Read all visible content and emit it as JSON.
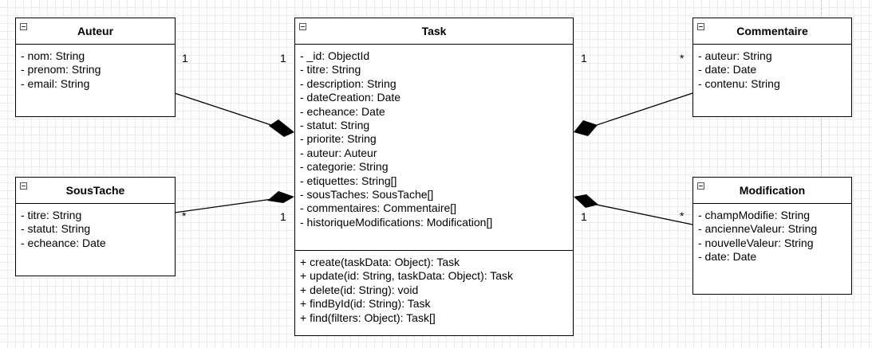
{
  "classes": {
    "auteur": {
      "name": "Auteur",
      "attributes": [
        "- nom: String",
        "- prenom: String",
        "- email: String"
      ]
    },
    "soustache": {
      "name": "SousTache",
      "attributes": [
        "- titre: String",
        "- statut: String",
        "- echeance: Date"
      ]
    },
    "task": {
      "name": "Task",
      "attributes": [
        "- _id: ObjectId",
        "- titre: String",
        "- description: String",
        "- dateCreation: Date",
        "- echeance: Date",
        "- statut: String",
        "- priorite: String",
        "- auteur: Auteur",
        "- categorie: String",
        "- etiquettes: String[]",
        "- sousTaches: SousTache[]",
        "- commentaires: Commentaire[]",
        "- historiqueModifications: Modification[]"
      ],
      "operations": [
        "+ create(taskData: Object): Task",
        "+ update(id: String, taskData: Object): Task",
        "+ delete(id: String): void",
        "+ findById(id: String): Task",
        "+ find(filters: Object): Task[]"
      ]
    },
    "commentaire": {
      "name": "Commentaire",
      "attributes": [
        "- auteur: String",
        "- date: Date",
        "- contenu: String"
      ]
    },
    "modification": {
      "name": "Modification",
      "attributes": [
        "- champModifie: String",
        "- ancienneValeur: String",
        "- nouvelleValeur: String",
        "- date: Date"
      ]
    }
  },
  "multiplicities": {
    "auteur_side": "1",
    "task_auteur_side": "1",
    "task_commentaire_side": "1",
    "commentaire_side": "*",
    "soustache_side": "*",
    "task_soustache_side": "1",
    "task_modification_side": "1",
    "modification_side": "*"
  }
}
